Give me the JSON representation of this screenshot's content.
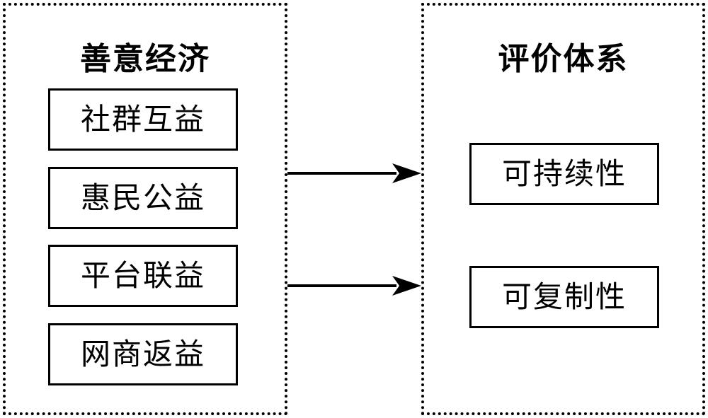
{
  "left_group": {
    "title": "善意经济",
    "items": [
      "社群互益",
      "惠民公益",
      "平台联益",
      "网商返益"
    ]
  },
  "right_group": {
    "title": "评价体系",
    "items": [
      "可持续性",
      "可复制性"
    ]
  },
  "connections": [
    {
      "from": "善意经济",
      "to": "评价体系"
    },
    {
      "from": "善意经济",
      "to": "评价体系"
    }
  ],
  "colors": {
    "line": "#000000",
    "background": "#ffffff"
  }
}
